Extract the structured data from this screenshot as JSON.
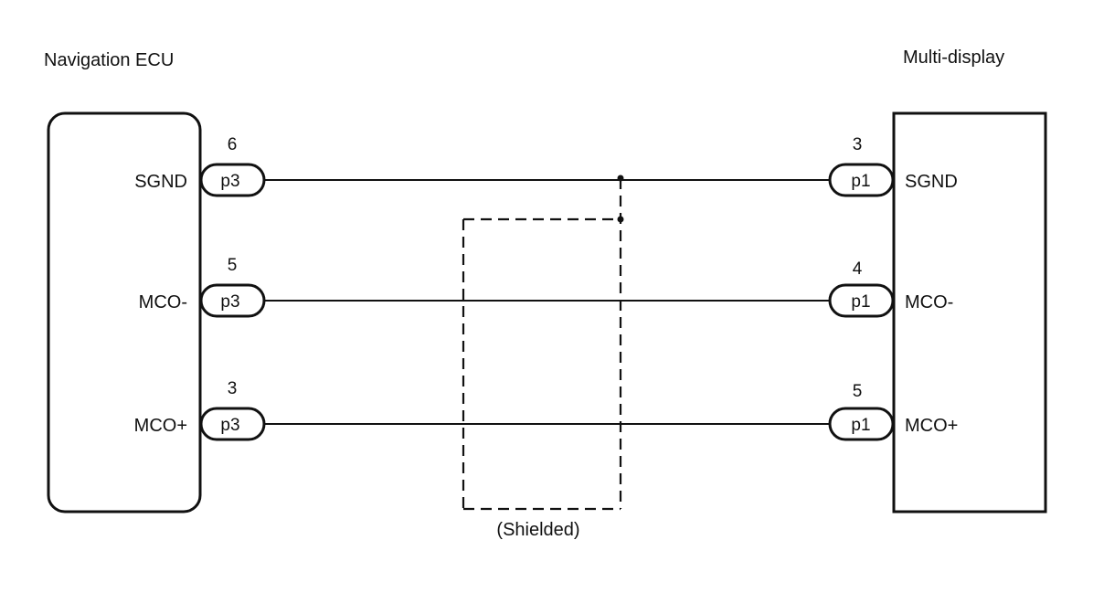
{
  "diagram": {
    "left_component": {
      "title": "Navigation ECU"
    },
    "right_component": {
      "title": "Multi-display"
    },
    "shield_label": "(Shielded)",
    "wires": [
      {
        "left": {
          "pin": "6",
          "connector": "p3",
          "signal": "SGND"
        },
        "right": {
          "pin": "3",
          "connector": "p1",
          "signal": "SGND"
        }
      },
      {
        "left": {
          "pin": "5",
          "connector": "p3",
          "signal": "MCO-"
        },
        "right": {
          "pin": "4",
          "connector": "p1",
          "signal": "MCO-"
        }
      },
      {
        "left": {
          "pin": "3",
          "connector": "p3",
          "signal": "MCO+"
        },
        "right": {
          "pin": "5",
          "connector": "p1",
          "signal": "MCO+"
        }
      }
    ]
  }
}
